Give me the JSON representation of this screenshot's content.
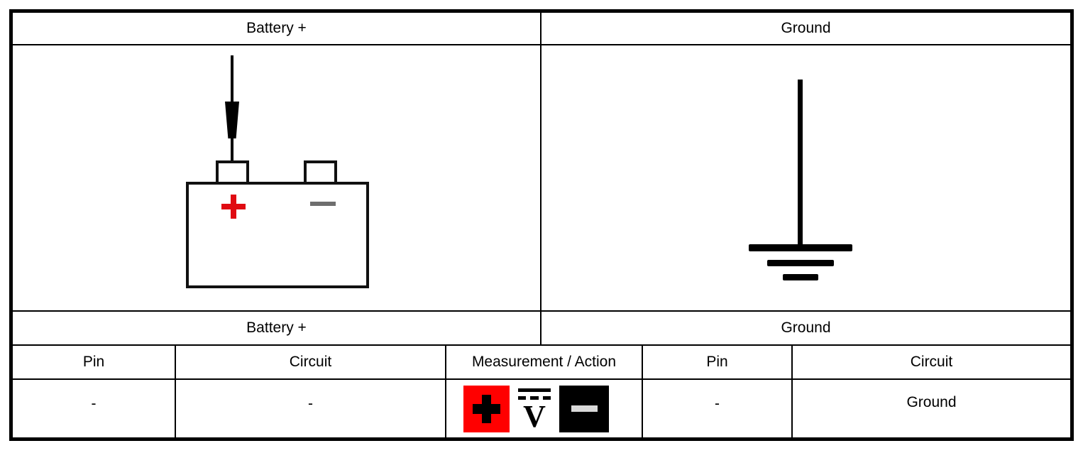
{
  "diagram": {
    "title_row": {
      "left_label": "Battery +",
      "right_label": "Ground"
    },
    "symbol_row": {
      "left_symbol_name": "battery-with-probe",
      "right_symbol_name": "chassis-ground"
    },
    "section_row": {
      "left_label": "Battery +",
      "right_label": "Ground"
    },
    "table": {
      "headers": {
        "left_pin": "Pin",
        "left_circuit": "Circuit",
        "measurement_action": "Measurement / Action",
        "right_pin": "Pin",
        "right_circuit": "Circuit"
      },
      "row": {
        "left_pin": "-",
        "left_circuit": "-",
        "measurement_action_icons": [
          {
            "name": "red-positive-probe-icon",
            "symbol": "+",
            "background": "#ff0000",
            "foreground": "#000000"
          },
          {
            "name": "dc-voltage-icon",
            "symbol": "V",
            "background": "#ffffff",
            "foreground": "#000000"
          },
          {
            "name": "black-negative-probe-icon",
            "symbol": "–",
            "background": "#000000",
            "foreground": "#d9d9d9"
          }
        ],
        "right_pin": "-",
        "right_circuit": "Ground"
      }
    },
    "colors": {
      "border": "#000000",
      "background": "#ffffff",
      "battery_plus": "#e00b12",
      "battery_minus": "#6e6e6e",
      "icon_red": "#ff0000",
      "icon_black": "#000000",
      "icon_minus_bar": "#d9d9d9"
    }
  }
}
